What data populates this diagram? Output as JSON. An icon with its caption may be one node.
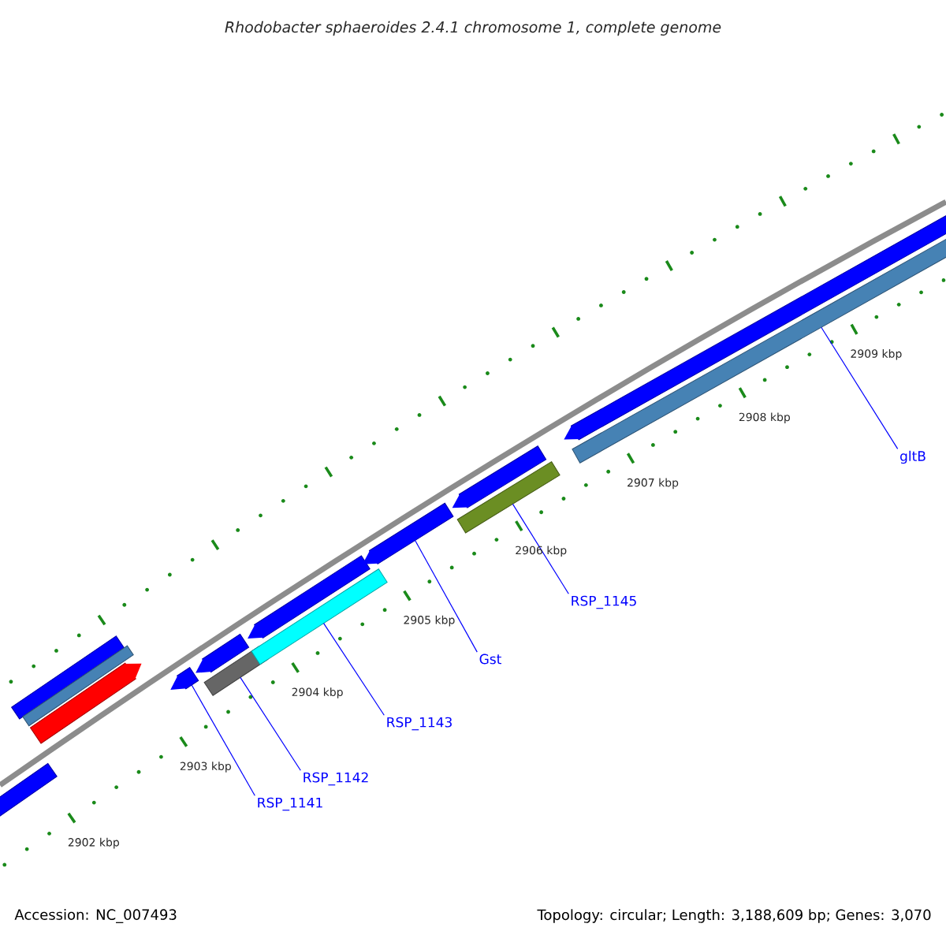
{
  "diagram": {
    "title": "Rhodobacter sphaeroides 2.4.1 chromosome 1, complete genome",
    "nodes": [
      {
        "text": [],
        "shape": "bar"
      },
      {
        "text": [],
        "shape": "bar"
      },
      {
        "text": [],
        "shape": "bar"
      },
      {
        "text": [],
        "shape": "bar"
      },
      {
        "text": [],
        "shape": "bar"
      },
      {
        "text": [],
        "shape": "bar"
      },
      {
        "text": [],
        "shape": "bar"
      },
      {
        "text": [],
        "shape": "bar"
      },
      {
        "text": [],
        "shape": "bar"
      },
      {
        "text": [],
        "shape": "bar"
      },
      {
        "text": [],
        "shape": "bar"
      },
      {
        "text": [],
        "shape": "bar"
      },
      {
        "text": [],
        "shape": "bar"
      },
      {
        "text": [],
        "shape": "bar"
      },
      {
        "text": [
          "RSP_1141"
        ]
      },
      {
        "text": [
          "RSP_1142"
        ]
      },
      {
        "text": [
          "RSP_1143"
        ]
      },
      {
        "text": [
          "Gst"
        ]
      },
      {
        "text": [
          "RSP_1145"
        ]
      },
      {
        "text": [
          "gltB"
        ]
      }
    ],
    "edges": [
      {
        "from": 14,
        "to": 4,
        "arrow": "none"
      },
      {
        "from": 15,
        "to": 6,
        "arrow": "none"
      },
      {
        "from": 16,
        "to": 8,
        "arrow": "none"
      },
      {
        "from": 17,
        "to": 9,
        "arrow": "none"
      },
      {
        "from": 18,
        "to": 11,
        "arrow": "none"
      },
      {
        "from": 19,
        "to": 13,
        "arrow": "none"
      }
    ],
    "labels": [
      "2902 kbp",
      "2903 kbp",
      "2904 kbp",
      "2905 kbp",
      "2906 kbp",
      "2907 kbp",
      "2908 kbp",
      "2909 kbp",
      "Accession: NC_007493",
      "Topology: circular; Length: 3,188,609 bp; Genes: 3,070"
    ]
  }
}
